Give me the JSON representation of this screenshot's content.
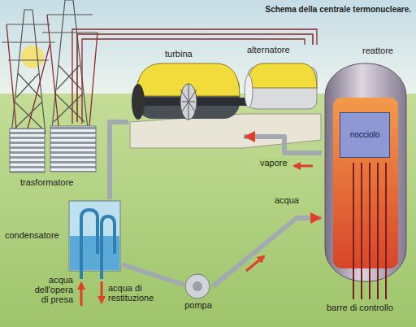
{
  "diagram": {
    "title": "Schema della centrale termonucleare.",
    "nodes": [
      {
        "text": [
          "trasformatore"
        ]
      },
      {
        "text": [
          "turbina"
        ]
      },
      {
        "text": [
          "alternatore"
        ]
      },
      {
        "text": [
          "reattore"
        ]
      },
      {
        "text": [
          "nocciolo"
        ],
        "in": 3
      },
      {
        "text": [
          "condensatore"
        ]
      },
      {
        "text": [
          "pompa"
        ]
      }
    ],
    "edges": [
      {
        "from": 3,
        "to": 1,
        "label": "vapore",
        "arrow": "to"
      },
      {
        "from": 1,
        "to": 5,
        "arrow": "none"
      },
      {
        "from": 5,
        "to": 6,
        "arrow": "none"
      },
      {
        "from": 6,
        "to": 3,
        "label": "acqua",
        "arrow": "to"
      },
      {
        "from": 2,
        "to": 0,
        "arrow": "none"
      }
    ],
    "labels": [
      "barre di controllo",
      "acqua dell'opera di presa",
      "acqua di restituzione"
    ]
  }
}
